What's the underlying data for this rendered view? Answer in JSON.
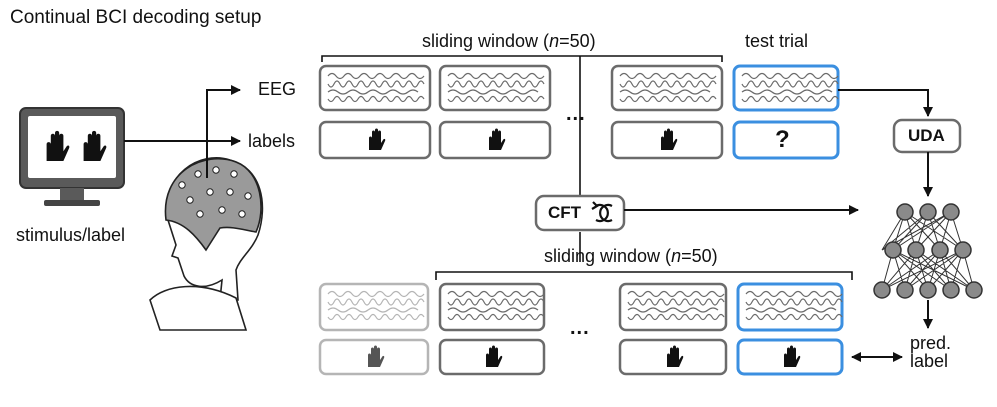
{
  "title": "Continual BCI decoding setup",
  "inputs": {
    "eeg": "EEG",
    "labels": "labels",
    "stimulus": "stimulus/label"
  },
  "top_window": {
    "label_prefix": "sliding window (",
    "label_n": "n",
    "label_suffix": "=50)",
    "ellipsis": "...",
    "test_trial": "test trial",
    "unknown_label": "?"
  },
  "bottom_window": {
    "label_prefix": "sliding window (",
    "label_n": "n",
    "label_suffix": "=50)",
    "ellipsis": "..."
  },
  "uda": "UDA",
  "cft": "CFT",
  "output": {
    "line1": "pred.",
    "line2": "label"
  },
  "colors": {
    "box_gray": "#6b6b6b",
    "box_light": "#b5b5b5",
    "accent_blue": "#3b8fe0",
    "node_gray": "#8a8a8a"
  },
  "icons": [
    "monitor-icon",
    "hand-icon",
    "head-eeg-cap-icon",
    "refresh-icon",
    "neural-network-icon",
    "question-icon"
  ]
}
